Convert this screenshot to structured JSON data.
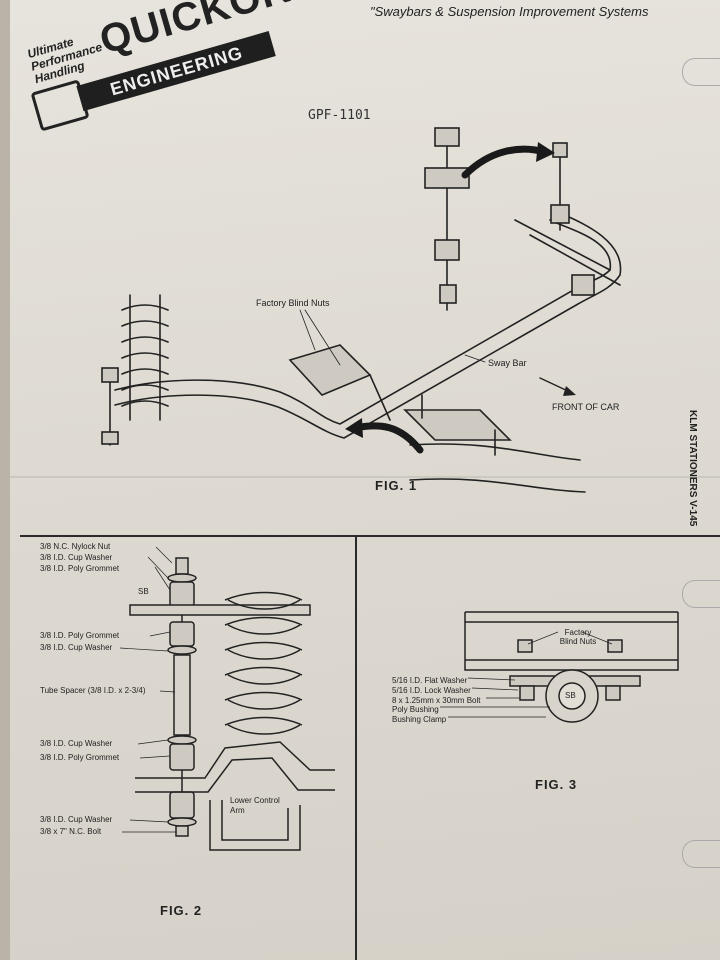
{
  "header": {
    "tagline_top": "\"Swaybars & Suspension Improvement Systems"
  },
  "logo": {
    "tagline": "Ultimate Performance Handling",
    "brand": "QUICKOR",
    "subtitle": "ENGINEERING"
  },
  "part_number": "GPF-1101",
  "side_stamp": "KLM STATIONERS V-145",
  "fig1": {
    "caption": "FIG. 1",
    "labels": {
      "factory_blind_nuts": "Factory Blind Nuts",
      "sway_bar": "Sway Bar",
      "front_of_car": "FRONT OF CAR"
    }
  },
  "fig2": {
    "caption": "FIG. 2",
    "labels": {
      "nylock_nut": "3/8 N.C. Nylock Nut",
      "cup_washer_1": "3/8 I.D. Cup Washer",
      "poly_grommet_1": "3/8 I.D. Poly Grommet",
      "sb": "SB",
      "poly_grommet_2": "3/8 I.D. Poly Grommet",
      "cup_washer_2": "3/8 I.D. Cup Washer",
      "tube_spacer": "Tube Spacer (3/8 I.D. x 2-3/4)",
      "cup_washer_3": "3/8 I.D. Cup Washer",
      "poly_grommet_3": "3/8 I.D. Poly Grommet",
      "lower_control_arm": "Lower Control Arm",
      "cup_washer_4": "3/8 I.D. Cup Washer",
      "bolt": "3/8 x 7\" N.C. Bolt"
    }
  },
  "fig3": {
    "caption": "FIG. 3",
    "labels": {
      "factory_blind_nuts": "Factory Blind Nuts",
      "flat_washer": "5/16 I.D. Flat Washer",
      "lock_washer": "5/16 I.D. Lock Washer",
      "bolt": "8 x 1.25mm x 30mm Bolt",
      "poly_bushing": "Poly Bushing",
      "bushing_clamp": "Bushing Clamp",
      "sb": "SB"
    }
  }
}
